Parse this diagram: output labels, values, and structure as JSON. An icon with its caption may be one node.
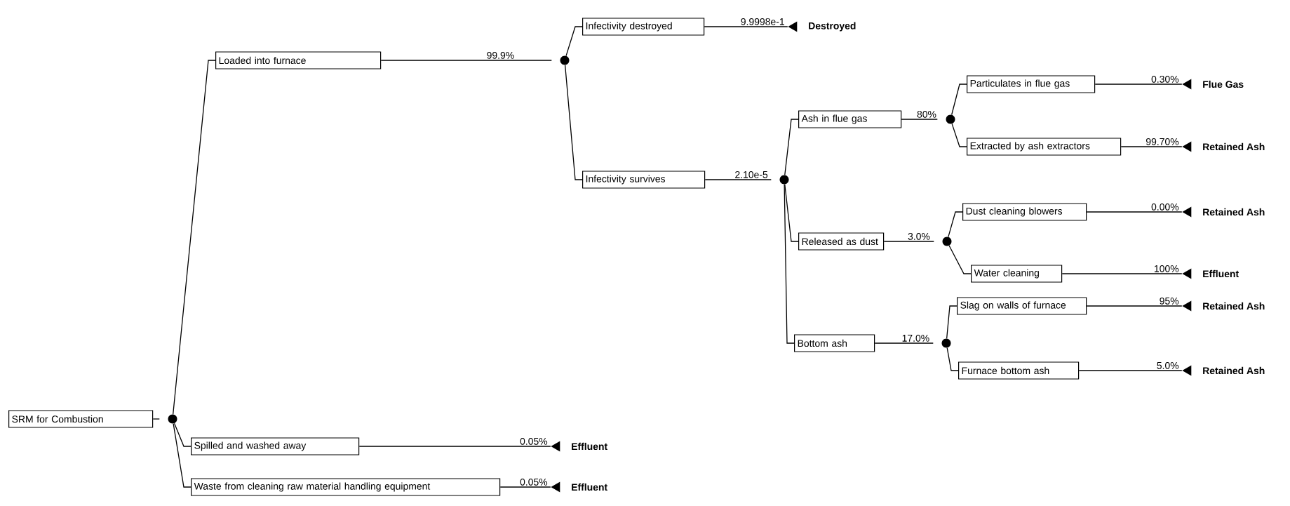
{
  "diagram": {
    "nodes": [
      {
        "text": [
          "SRM for Combustion"
        ]
      },
      {
        "text": [],
        "shape": "circle"
      },
      {
        "text": [
          "Loaded into furnace"
        ]
      },
      {
        "text": [],
        "shape": "circle"
      },
      {
        "text": [
          "Infectivity destroyed"
        ]
      },
      {
        "text": [],
        "shape": "triangle",
        "beside": [
          "Destroyed"
        ]
      },
      {
        "text": [
          "Infectivity survives"
        ]
      },
      {
        "text": [],
        "shape": "circle"
      },
      {
        "text": [
          "Ash in flue gas"
        ]
      },
      {
        "text": [],
        "shape": "circle"
      },
      {
        "text": [
          "Particulates in flue gas"
        ]
      },
      {
        "text": [],
        "shape": "triangle",
        "beside": [
          "Flue Gas"
        ]
      },
      {
        "text": [
          "Extracted by ash extractors"
        ]
      },
      {
        "text": [],
        "shape": "triangle",
        "beside": [
          "Retained Ash"
        ]
      },
      {
        "text": [
          "Released as dust"
        ]
      },
      {
        "text": [],
        "shape": "circle"
      },
      {
        "text": [
          "Dust cleaning blowers"
        ]
      },
      {
        "text": [],
        "shape": "triangle",
        "beside": [
          "Retained Ash"
        ]
      },
      {
        "text": [
          "Water cleaning"
        ]
      },
      {
        "text": [],
        "shape": "triangle",
        "beside": [
          "Effluent"
        ]
      },
      {
        "text": [
          "Bottom ash"
        ]
      },
      {
        "text": [],
        "shape": "circle"
      },
      {
        "text": [
          "Slag on walls of furnace"
        ]
      },
      {
        "text": [],
        "shape": "triangle",
        "beside": [
          "Retained Ash"
        ]
      },
      {
        "text": [
          "Furnace bottom ash"
        ]
      },
      {
        "text": [],
        "shape": "triangle",
        "beside": [
          "Retained Ash"
        ]
      },
      {
        "text": [
          "Spilled and washed away"
        ]
      },
      {
        "text": [],
        "shape": "triangle",
        "beside": [
          "Effluent"
        ]
      },
      {
        "text": [
          "Waste from cleaning raw material handling equipment"
        ]
      },
      {
        "text": [],
        "shape": "triangle",
        "beside": [
          "Effluent"
        ]
      }
    ],
    "edges": [
      {
        "from": 0,
        "to": 1,
        "arrow": "none"
      },
      {
        "from": 1,
        "to": 2,
        "arrow": "none"
      },
      {
        "from": 1,
        "to": 26,
        "arrow": "none"
      },
      {
        "from": 1,
        "to": 28,
        "arrow": "none"
      },
      {
        "from": 2,
        "to": 3,
        "arrow": "none",
        "label": "99.9%"
      },
      {
        "from": 3,
        "to": 4,
        "arrow": "none"
      },
      {
        "from": 3,
        "to": 6,
        "arrow": "none"
      },
      {
        "from": 4,
        "to": 5,
        "arrow": "none",
        "label": "9.9998e-1"
      },
      {
        "from": 6,
        "to": 7,
        "arrow": "none",
        "label": "2.10e-5"
      },
      {
        "from": 7,
        "to": 8,
        "arrow": "none"
      },
      {
        "from": 7,
        "to": 14,
        "arrow": "none"
      },
      {
        "from": 7,
        "to": 20,
        "arrow": "none"
      },
      {
        "from": 8,
        "to": 9,
        "arrow": "none",
        "label": "80%"
      },
      {
        "from": 9,
        "to": 10,
        "arrow": "none"
      },
      {
        "from": 9,
        "to": 12,
        "arrow": "none"
      },
      {
        "from": 10,
        "to": 11,
        "arrow": "none",
        "label": "0.30%"
      },
      {
        "from": 12,
        "to": 13,
        "arrow": "none",
        "label": "99.70%"
      },
      {
        "from": 14,
        "to": 15,
        "arrow": "none",
        "label": "3.0%"
      },
      {
        "from": 15,
        "to": 16,
        "arrow": "none"
      },
      {
        "from": 15,
        "to": 18,
        "arrow": "none"
      },
      {
        "from": 16,
        "to": 17,
        "arrow": "none",
        "label": "0.00%"
      },
      {
        "from": 18,
        "to": 19,
        "arrow": "none",
        "label": "100%"
      },
      {
        "from": 20,
        "to": 21,
        "arrow": "none",
        "label": "17.0%"
      },
      {
        "from": 21,
        "to": 22,
        "arrow": "none"
      },
      {
        "from": 21,
        "to": 24,
        "arrow": "none"
      },
      {
        "from": 22,
        "to": 23,
        "arrow": "none",
        "label": "95%"
      },
      {
        "from": 24,
        "to": 25,
        "arrow": "none",
        "label": "5.0%"
      },
      {
        "from": 26,
        "to": 27,
        "arrow": "none",
        "label": "0.05%"
      },
      {
        "from": 28,
        "to": 29,
        "arrow": "none",
        "label": "0.05%"
      }
    ]
  }
}
